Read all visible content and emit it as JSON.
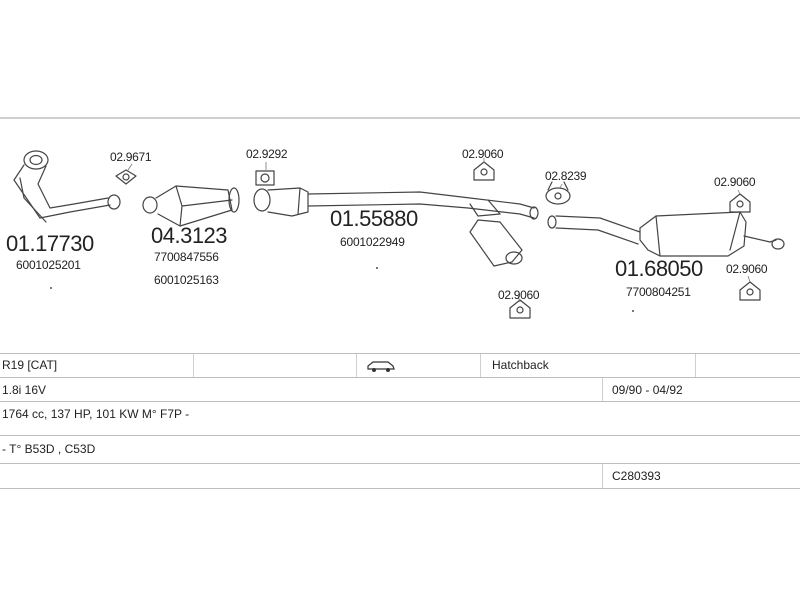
{
  "parts": {
    "front_pipe": {
      "code": "01.17730",
      "oem": [
        "6001025201"
      ]
    },
    "gasket_1": {
      "code": "02.9671"
    },
    "catalyst": {
      "code": "04.3123",
      "oem": [
        "7700847556",
        "6001025163"
      ]
    },
    "gasket_2": {
      "code": "02.9292"
    },
    "center_muffler": {
      "code": "01.55880",
      "oem": [
        "6001022949"
      ]
    },
    "hanger_1": {
      "code": "02.9060"
    },
    "hanger_2": {
      "code": "02.9060"
    },
    "clamp": {
      "code": "02.8239"
    },
    "rear_muffler": {
      "code": "01.68050",
      "oem": [
        "7700804251"
      ]
    },
    "hanger_3": {
      "code": "02.9060"
    },
    "hanger_4": {
      "code": "02.9060"
    }
  },
  "vehicle": {
    "model": "R19  [CAT]",
    "body_icon": "car-icon",
    "body": "Hatchback",
    "engine": "1.8i 16V",
    "years": "09/90 - 04/92",
    "specs": "1764 cc, 137 HP, 101 KW  M° F7P -",
    "types": "- T° B53D , C53D",
    "catalog_id": "C280393"
  },
  "colors": {
    "line": "#444444",
    "rule": "#bdbdbd"
  }
}
